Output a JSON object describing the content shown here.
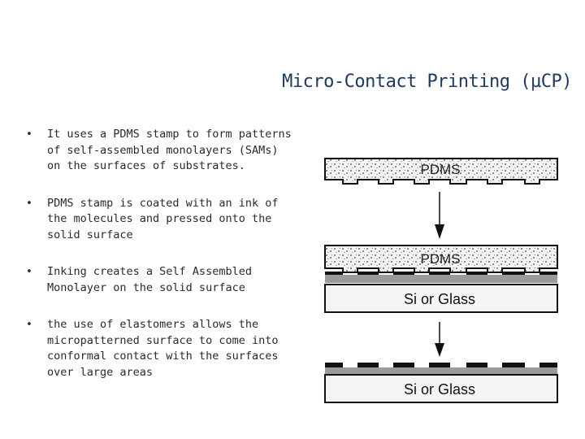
{
  "slide": {
    "title": "Micro-Contact Printing (µCP)",
    "bullets": [
      "It uses a PDMS stamp to form patterns of self-assembled monolayers (SAMs) on the surfaces of substrates.",
      "PDMS stamp is coated with an ink of the molecules and pressed onto the solid surface",
      "Inking creates a Self Assembled Monolayer on the solid surface",
      "the use of elastomers allows the micropatterned surface to come into conformal contact with the surfaces over large areas"
    ],
    "bullet_symbol": "•"
  },
  "diagram": {
    "stamp_label": "PDMS",
    "substrate_label": "Si or Glass"
  }
}
